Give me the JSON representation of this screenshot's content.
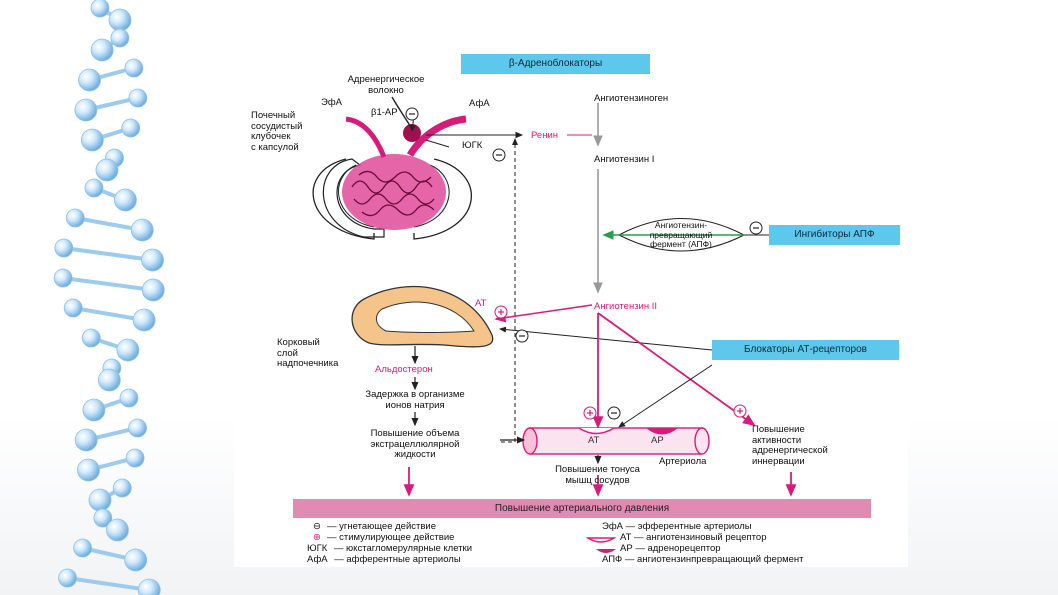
{
  "colors": {
    "pink": "#d81b7a",
    "green": "#2a9d4a",
    "blue_box": "#5ec8ec",
    "bar": "#e18ab2",
    "adrenal": "#f4c48a",
    "glomerulus": "#e04a9a"
  },
  "diagram": {
    "boxes": {
      "beta_blockers": "β-Адреноблокаторы",
      "ace_inhibitors": "Ингибиторы АПФ",
      "at_blockers": "Блокаторы АТ-рецепторов"
    },
    "kidney": {
      "adrenergic_fiber": "Адренергическое\nволокно",
      "efa": "ЭфА",
      "afa": "АфА",
      "b1_ar": "β1-AP",
      "glomerulus": "Почечный\nсосудистый\nклубочек\nс капсулой",
      "jgc": "ЮГК"
    },
    "cascade": {
      "angiotensinogen": "Ангиотензиноген",
      "renin": "Ренин",
      "angiotensin_1": "Ангиотензин I",
      "ace_enzyme": "Ангиотензин-\nпревращающий\nфермент (АПФ)",
      "angiotensin_2": "Ангиотензин II"
    },
    "adrenal": {
      "at": "АТ",
      "cortex": "Корковый\nслой\nнадпочечника",
      "aldosterone": "Альдостерон",
      "sodium": "Задержка в организме\nионов натрия",
      "volume": "Повышение объема\nэкстрацеллюлярной\nжидкости"
    },
    "vessel": {
      "at": "АТ",
      "ar": "АР",
      "arteriole": "Артериола",
      "tone": "Повышение тонуса\nмышц сосудов"
    },
    "adrenergic": "Повышение\nактивности\nадренергической\nиннервации",
    "bp_bar": "Повышение артериального давления",
    "signs": {
      "minus": "⊖",
      "plus": "⊕"
    }
  },
  "legend": {
    "left": [
      {
        "sym": "⊖",
        "text": "— угнетающее действие"
      },
      {
        "sym": "⊕",
        "text": "— стимулирующее действие"
      },
      {
        "sym": "ЮГК",
        "text": "— юкстагломерулярные клетки"
      },
      {
        "sym": "АфА",
        "text": "— афферентные артериолы"
      }
    ],
    "right": [
      {
        "sym": "ЭфА",
        "text": "— эфферентные артериолы"
      },
      {
        "sym": "АТ",
        "text": "— ангиотензиновый рецептор"
      },
      {
        "sym": "АР",
        "text": "— адренорецептор"
      },
      {
        "sym": "АПФ",
        "text": "— ангиотензинпревращающий фермент"
      }
    ]
  }
}
